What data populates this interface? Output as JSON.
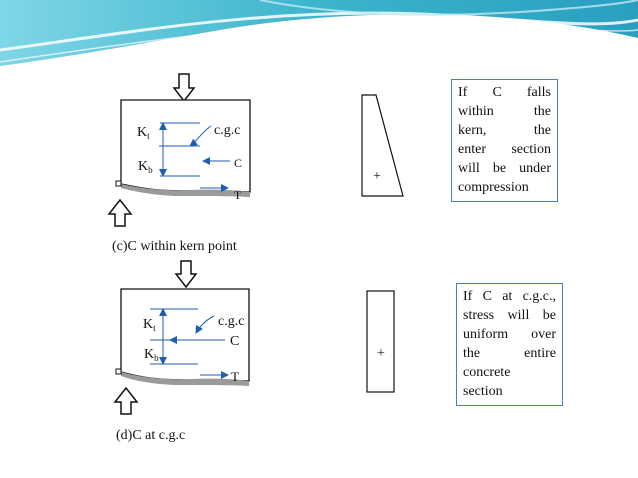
{
  "panels": [
    {
      "caption": "(c)C within kern point",
      "labels": {
        "kt_base": "K",
        "kt_sub": "t",
        "kb_base": "K",
        "kb_sub": "b",
        "cgc": "c.g.c",
        "c": "C",
        "t": "T"
      },
      "stress_sign": "+",
      "stress_shape": "trapezoid"
    },
    {
      "caption": "(d)C at c.g.c",
      "labels": {
        "kt_base": "K",
        "kt_sub": "t",
        "kb_base": "K",
        "kb_sub": "b",
        "cgc": "c.g.c",
        "c": "C",
        "t": "T"
      },
      "stress_sign": "+",
      "stress_shape": "rectangle"
    }
  ],
  "notes": [
    {
      "lines": [
        "If C falls",
        "within the",
        "kern, the",
        "enter section",
        "will be under",
        "compression"
      ]
    },
    {
      "lines": [
        "If C at c.g.c.,",
        "stress will be",
        "uniform over",
        "the entire",
        "concrete",
        "section"
      ]
    }
  ],
  "colors": {
    "arrow_blue": "#1f5fb0",
    "box_border": "#4a7fc0",
    "header_teal": "#3bb4cc"
  }
}
